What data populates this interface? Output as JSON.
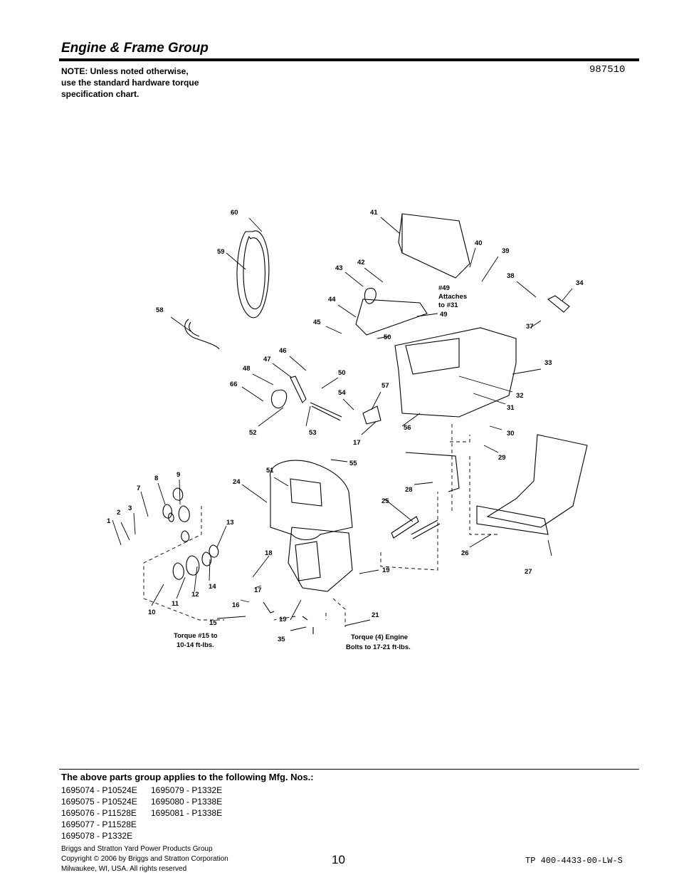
{
  "header": {
    "title": "Engine & Frame Group",
    "note": [
      "NOTE: Unless noted otherwise,",
      "use the standard hardware torque",
      "specification chart."
    ],
    "diagram_number": "987510"
  },
  "diagram": {
    "callouts": [
      "60",
      "59",
      "41",
      "40",
      "39",
      "43",
      "42",
      "38",
      "34",
      "#49",
      "Attaches",
      "to #31",
      "49",
      "58",
      "44",
      "45",
      "50",
      "37",
      "33",
      "46",
      "47",
      "48",
      "50",
      "66",
      "54",
      "57",
      "32",
      "31",
      "52",
      "53",
      "56",
      "17",
      "30",
      "55",
      "29",
      "51",
      "24",
      "28",
      "9",
      "8",
      "7",
      "25",
      "2",
      "3",
      "1",
      "13",
      "26",
      "27",
      "18",
      "19",
      "14",
      "17",
      "12",
      "11",
      "10",
      "16",
      "15",
      "19",
      "21",
      "35"
    ],
    "notes": {
      "torque_15": [
        "Torque #15 to",
        "10-14 ft-lbs."
      ],
      "torque_engine": [
        "Torque (4) Engine",
        "Bolts to 17-21 ft-lbs."
      ]
    }
  },
  "applies": {
    "heading": "The above parts group applies to the following Mfg. Nos.:",
    "col1": [
      "1695074 - P10524E",
      "1695075 - P10524E",
      "1695076 - P11528E",
      "1695077 - P11528E",
      "1695078 - P1332E"
    ],
    "col2": [
      "1695079 - P1332E",
      "1695080 - P1338E",
      "1695081 - P1338E"
    ]
  },
  "footer": {
    "company": "Briggs and Stratton Yard Power Products Group",
    "copyright": "Copyright ©  2006 by Briggs and Stratton Corporation",
    "location": "Milwaukee, WI, USA. All rights reserved",
    "page_number": "10",
    "doc_code": "TP 400-4433-00-LW-S"
  }
}
